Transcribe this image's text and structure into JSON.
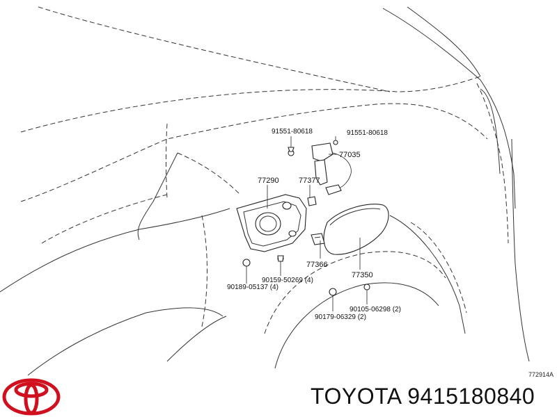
{
  "diagram": {
    "ref_code": "772914A",
    "labels": {
      "bolt_left": "91551-80618",
      "bolt_right": "91551-80618",
      "opener_lock": "77035",
      "fuel_inlet_box": "77290",
      "cable": "77377",
      "hinge": "77366",
      "fuel_lid": "77350",
      "screw_a": "90159-50269 (4)",
      "clip_a": "90189-05137 (4)",
      "screw_b": "90105-06298 (2)",
      "clip_b": "90179-06329 (2)"
    }
  },
  "brand": {
    "logo": "toyota-logo",
    "caption": "TOYOTA 9415180840",
    "color": "#d0101e"
  }
}
